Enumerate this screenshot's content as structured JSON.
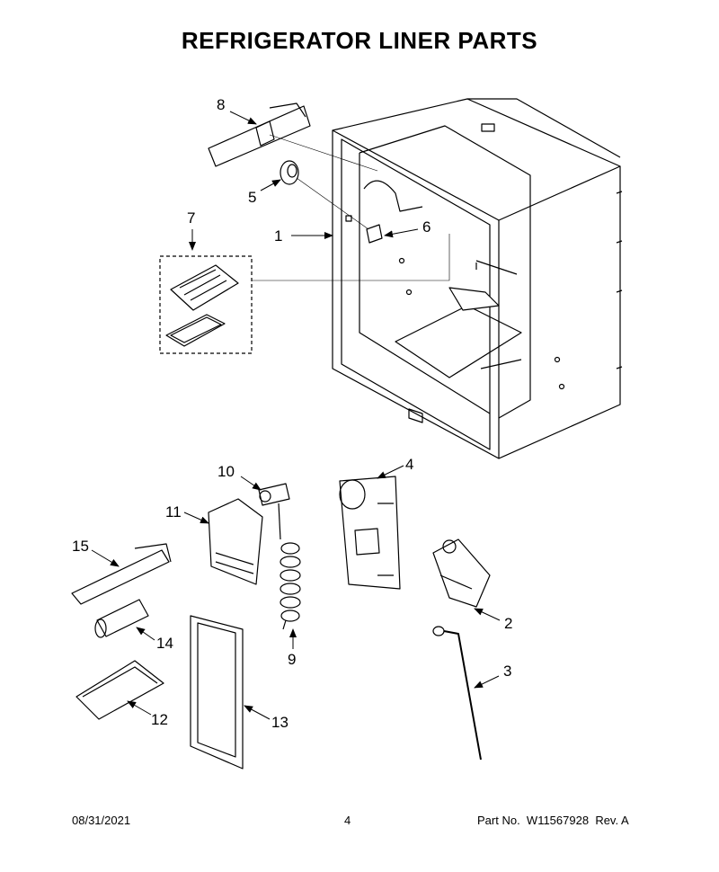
{
  "title": "REFRIGERATOR LINER PARTS",
  "callouts": [
    "1",
    "2",
    "3",
    "4",
    "5",
    "6",
    "7",
    "8",
    "9",
    "10",
    "11",
    "12",
    "13",
    "14",
    "15"
  ],
  "footer": {
    "date": "08/31/2021",
    "page": "4",
    "part_label": "Part No.",
    "part_number": "W11567928",
    "rev": "Rev. A"
  }
}
